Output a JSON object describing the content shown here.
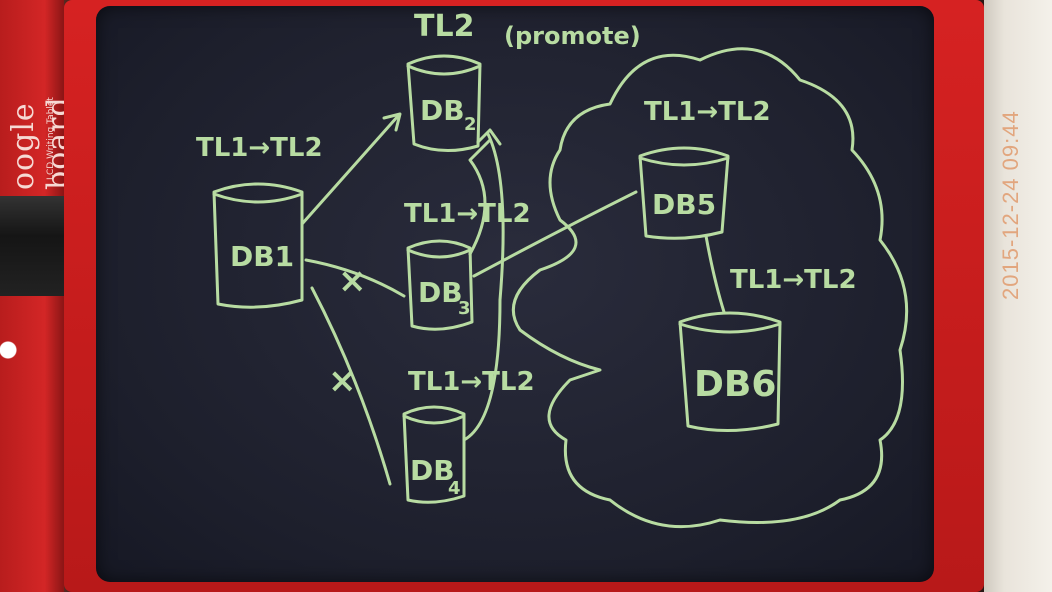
{
  "device": {
    "brand_text": "oogle board",
    "brand_sub": "LCD Writing Tablet"
  },
  "photo": {
    "timestamp": "2015-12-24 09:44"
  },
  "drawing": {
    "top_label": "TL2",
    "promote_note": "(promote)",
    "nodes": {
      "db1": {
        "label": "DB1",
        "transition": "TL1→TL2"
      },
      "db2": {
        "label": "DB",
        "subscript": "2"
      },
      "db3": {
        "label": "DB",
        "subscript": "3",
        "transition": "TL1→TL2"
      },
      "db4": {
        "label": "DB",
        "subscript": "4",
        "transition": "TL1→TL2"
      },
      "db5": {
        "label": "DB5",
        "transition": "TL1→TL2"
      },
      "db6": {
        "label": "DB6",
        "transition": "TL1→TL2"
      }
    },
    "broken_mark": "×",
    "ink_color": "#b8dca2"
  }
}
